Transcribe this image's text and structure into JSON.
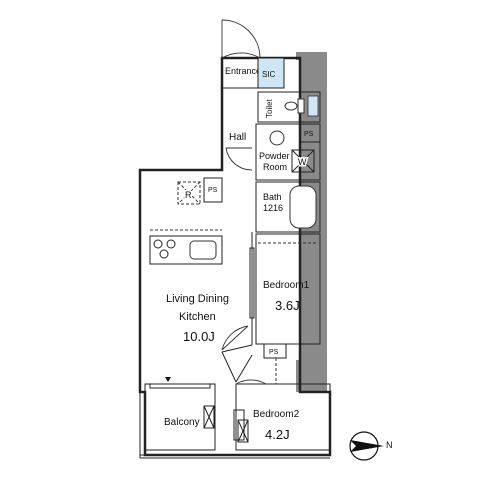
{
  "rooms": {
    "entrance": "Entrance",
    "sic": "SIC",
    "toilet": "Toilet",
    "hall": "Hall",
    "ps1": "PS",
    "powder_room_line1": "Powder",
    "powder_room_line2": "Room",
    "washer": "W",
    "bath_line1": "Bath",
    "bath_line2": "1216",
    "ps2": "PS",
    "refrigerator": "R",
    "living_line1": "Living Dining",
    "living_line2": "Kitchen",
    "living_size": "10.0J",
    "bedroom1": "Bedroom1",
    "bedroom1_size": "3.6J",
    "ps3": "PS",
    "balcony": "Balcony",
    "bedroom2": "Bedroom2",
    "bedroom2_size": "4.2J"
  },
  "compass": {
    "north_label": "N"
  },
  "colors": {
    "wall": "#8a8a8a",
    "sic_fill": "#cfe6f5",
    "line": "#222222"
  }
}
